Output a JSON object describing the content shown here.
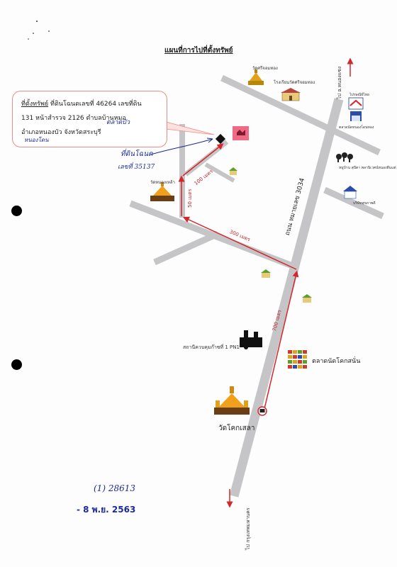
{
  "map": {
    "title": "แผนที่การไปที่ตั้งทรัพย์",
    "callout": {
      "heading": "ที่ตั้งทรัพย์",
      "line1_rest": " ที่ดินโฉนดเลขที่ 46264 เลขที่ดิน",
      "line2": "131 หน้าสำรวจ 2126 ตำบลบ้านหมอ",
      "line3": "อำเภอหนองบัว จังหวัดสระบุรี",
      "hand_correction_1": "ตลาดบัว",
      "hand_correction_2": "หนองโดน"
    },
    "annotations": {
      "hand_land_note_1": "ที่ดินโฉนด",
      "hand_land_note_2": "เลขที่ 35137",
      "hand_ref_number": "(1) 28613",
      "stamp_date": "- 8 พ.ย. 2563"
    },
    "places": {
      "temple_top": "วัดศรีจอมทอง",
      "school": "โรงเรียนวัดศรีจอมทอง",
      "post_office": "ไปรษณีย์ไทย",
      "right_shop": "ตลาดนัดหนองโดนทอง",
      "village": "หมู่บ้าน สุนีตา พลานิเวศน์หนองตีนแต่",
      "right_house": "บริษัทสุขภาพดี",
      "temple_left": "วัดหนองเหล้า",
      "fuel_station": "สถานีควบคุมก๊าซที่ 1 PN1",
      "market": "ตลาดนัดโคกสนั่น",
      "temple_bottom": "วัดโคกเสลา"
    },
    "roads": {
      "highway": "ถนน หมายเลข 3034",
      "to_north": "ไป อ.หนองแซง",
      "to_south": "ไป กรุงเทพมหานคร"
    },
    "distances": {
      "d700": "700 เมตร",
      "d300": "300 เมตร",
      "d50": "50 เมตร",
      "d100": "100 เมตร"
    },
    "colors": {
      "route": "#d5262b",
      "road": "#c5c5c7",
      "callout_border": "#f08a84",
      "pin": "#f06a86"
    }
  }
}
